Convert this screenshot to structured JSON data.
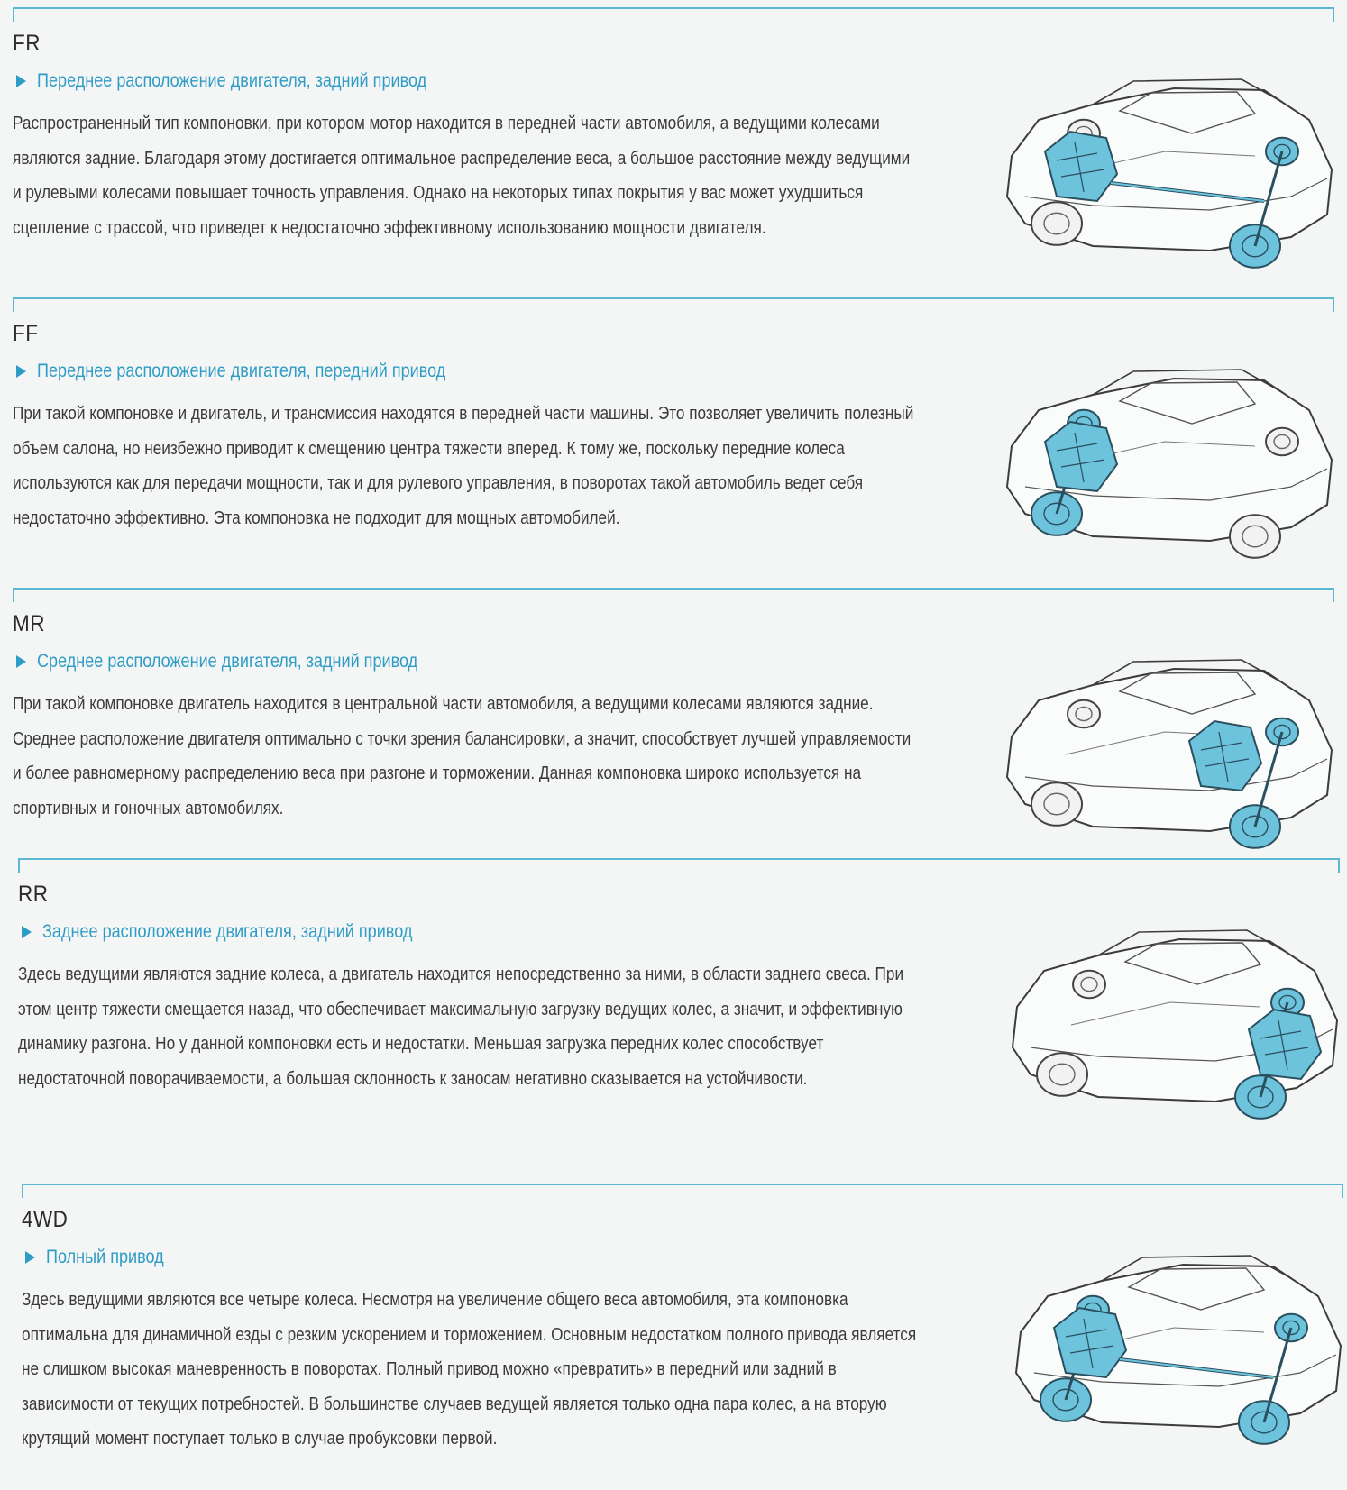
{
  "sections": [
    {
      "code": "FR",
      "subtitle": "Переднее расположение двигателя, задний привод",
      "text": "Распространенный тип компоновки, при котором мотор находится в передней части автомобиля, а ведущими колесами являются задние. Благодаря этому достигается оптимальное распределение веса, а большое расстояние между ведущими и рулевыми колесами повышает точность управления. Однако на некоторых типах покрытия у вас может ухудшиться сцепление с трассой, что приведет к недостаточно эффективному использованию мощности двигателя.",
      "engine_position": "front",
      "driven_wheels": "rear",
      "has_driveshaft": true
    },
    {
      "code": "FF",
      "subtitle": "Переднее расположение двигателя, передний привод",
      "text": "При такой компоновке и двигатель, и трансмиссия находятся в передней части машины. Это позволяет увеличить полезный объем салона, но неизбежно приводит к смещению центра тяжести вперед. К тому же, поскольку передние колеса используются как для передачи мощности, так и для рулевого управления, в поворотах такой автомобиль ведет себя недостаточно эффективно. Эта компоновка не подходит для мощных автомобилей.",
      "engine_position": "front",
      "driven_wheels": "front",
      "has_driveshaft": false
    },
    {
      "code": "MR",
      "subtitle": "Среднее расположение двигателя, задний привод",
      "text": "При такой компоновке двигатель находится в центральной части автомобиля, а ведущими колесами являются задние. Среднее расположение двигателя оптимально с точки зрения балансировки, а значит, способствует лучшей управляемости и более равномерному распределению веса при разгоне и торможении. Данная компоновка широко используется на спортивных и гоночных автомобилях.",
      "engine_position": "middle",
      "driven_wheels": "rear",
      "has_driveshaft": false
    },
    {
      "code": "RR",
      "subtitle": "Заднее расположение двигателя, задний привод",
      "text": "Здесь ведущими являются задние колеса, а двигатель находится непосредственно за ними, в области заднего свеса. При этом центр тяжести смещается назад, что обеспечивает максимальную загрузку ведущих колес, а значит, и эффективную динамику разгона. Но у данной компоновки есть и недостатки. Меньшая загрузка передних колес способствует недостаточной поворачиваемости, а большая склонность к заносам негативно сказывается на устойчивости.",
      "engine_position": "rear",
      "driven_wheels": "rear",
      "has_driveshaft": false
    },
    {
      "code": "4WD",
      "subtitle": "Полный привод",
      "text": "Здесь ведущими являются все четыре колеса. Несмотря на увеличение общего веса автомобиля, эта компоновка оптимальна для динамичной езды с резким ускорением и торможением. Основным недостатком полного привода является не слишком высокая маневренность в поворотах. Полный привод можно «превратить» в передний или задний в зависимости от текущих потребностей. В большинстве случаев ведущей является только одна пара колес, а на вторую крутящий момент поступает только в случае пробуксовки первой.",
      "engine_position": "front",
      "driven_wheels": "all",
      "has_driveshaft": true
    }
  ],
  "colors": {
    "accent": "#2f9cc6",
    "rule": "#5cb8d4",
    "drivetrain": "#6ec3dc",
    "text": "#3a3a3a",
    "background": "#f4f6f5"
  }
}
